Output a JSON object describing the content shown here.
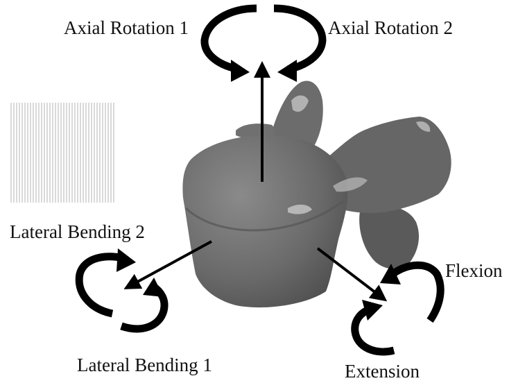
{
  "labels": {
    "axial_rotation_1": "Axial Rotation 1",
    "axial_rotation_2": "Axial Rotation 2",
    "lateral_bending_2": "Lateral Bending 2",
    "lateral_bending_1": "Lateral Bending 1",
    "flexion": "Flexion",
    "extension": "Extension"
  },
  "colors": {
    "vertebra": "#6e6e6e",
    "vertebra_shadow": "#4a4a4a",
    "highlight": "#bdbdbd",
    "arrow": "#000000",
    "text": "#111111"
  }
}
